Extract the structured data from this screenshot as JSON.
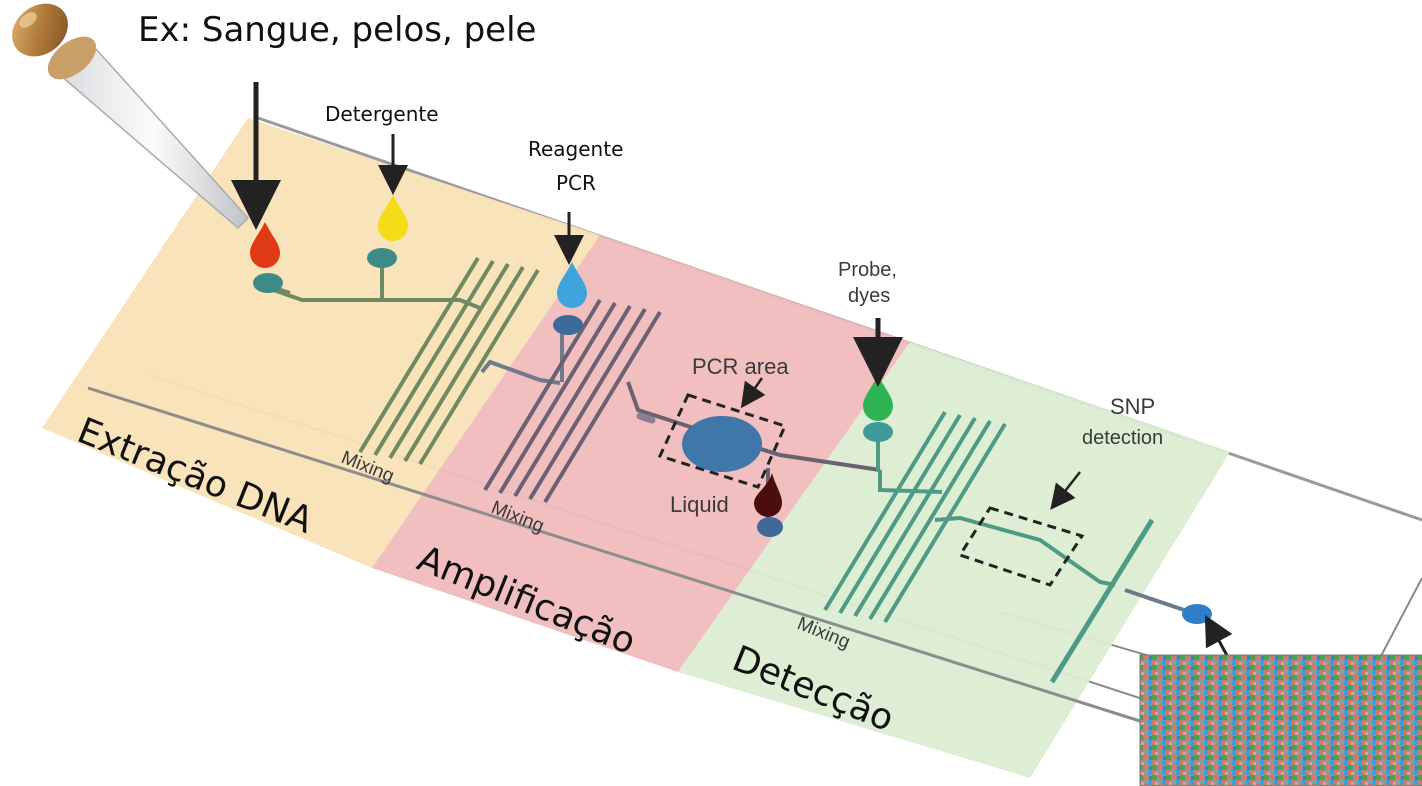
{
  "title": "Ex: Sangue, pelos, pele",
  "inputs": {
    "detergent": "Detergente",
    "pcr_reagent_line1": "Reagente",
    "pcr_reagent_line2": "PCR",
    "probe_line1": "Probe,",
    "probe_line2": "dyes"
  },
  "zones": {
    "extraction": "Extração DNA",
    "amplification": "Amplificação",
    "detection": "Detecção"
  },
  "chip_labels": {
    "mixing_1": "Mixing",
    "mixing_2": "Mixing",
    "mixing_3": "Mixing",
    "pcr_area": "PCR area",
    "liquid": "Liquid",
    "snp_line1": "SNP",
    "snp_line2": "detection"
  },
  "colors": {
    "extraction_zone": "#f8e2b6",
    "amplification_zone": "#f0bcbc",
    "detection_zone": "#dcedd2",
    "channel_green": "#6f8a63",
    "channel_teal": "#4f9a84",
    "blob_blue": "#3f77a8",
    "drop_red": "#e03a16",
    "drop_yellow": "#f4dc18",
    "drop_blue": "#3fa3dc",
    "drop_green": "#2fb455",
    "drop_dark": "#4a0e0e"
  },
  "icons": [
    "dropper-icon",
    "down-arrow-icon",
    "sequencing-readout-image"
  ]
}
